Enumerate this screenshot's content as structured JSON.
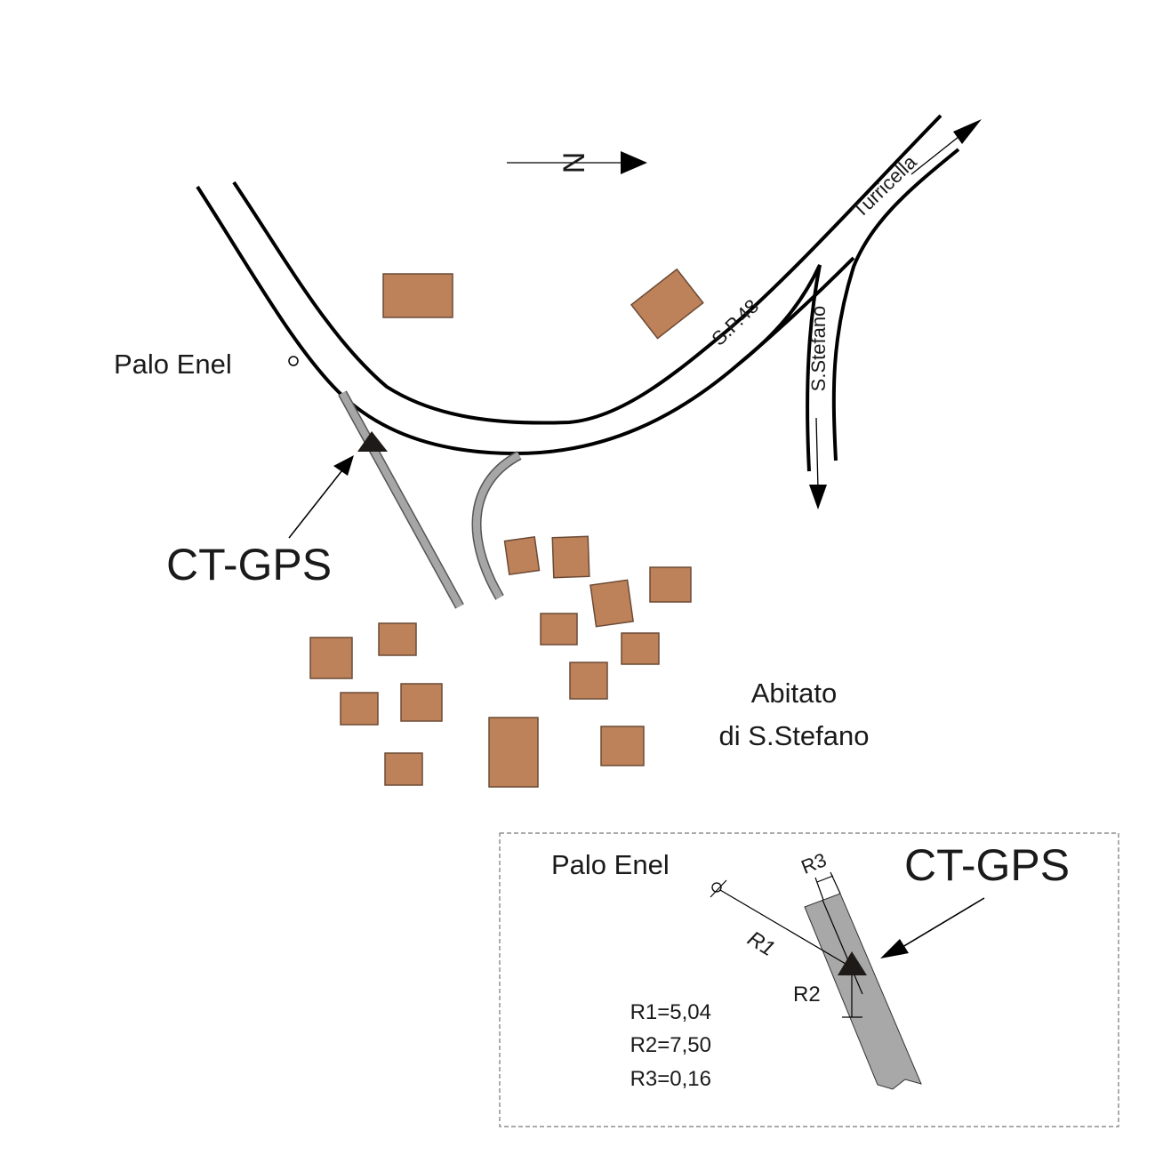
{
  "map": {
    "north_label": "N",
    "roads": {
      "main": "S.P.48",
      "north_branch": "Turricella",
      "south_branch": "S.Stefano"
    },
    "landmarks": {
      "pole": "Palo Enel",
      "station": "CT-GPS",
      "town_line1": "Abitato",
      "town_line2": "di S.Stefano"
    },
    "colors": {
      "building": "#bd825a",
      "path": "#a6a6a6",
      "road": "#000000"
    }
  },
  "inset": {
    "pole_label": "Palo Enel",
    "station_label": "CT-GPS",
    "r1_label": "R1",
    "r2_label": "R2",
    "r3_label": "R3",
    "measurements": [
      {
        "name": "R1",
        "value": "5,04",
        "text": "R1=5,04"
      },
      {
        "name": "R2",
        "value": "7,50",
        "text": "R2=7,50"
      },
      {
        "name": "R3",
        "value": "0,16",
        "text": "R3=0,16"
      }
    ]
  }
}
